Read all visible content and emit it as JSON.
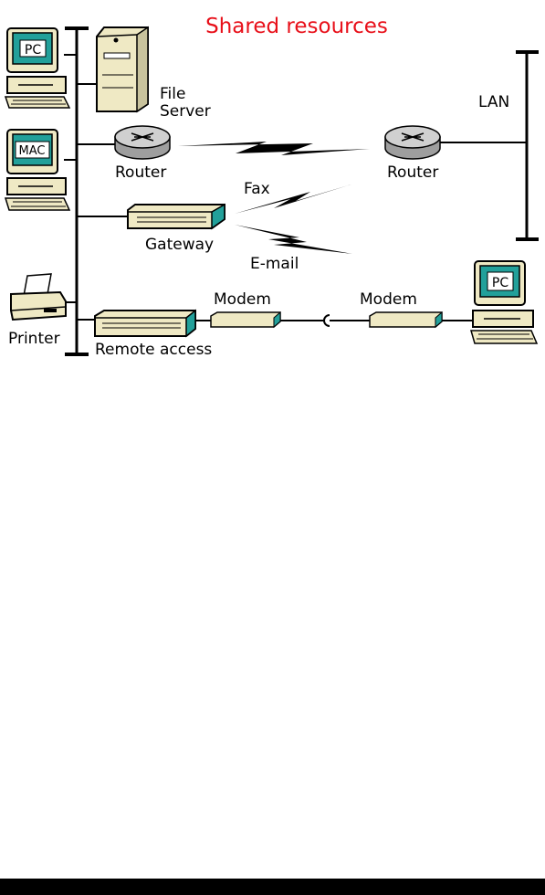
{
  "title": "Shared resources",
  "colors": {
    "title": "#e8101a",
    "screen": "#22a09a",
    "beige": "#efe9c4",
    "gray": "#b9b9b9",
    "dark": "#2c2c2c"
  },
  "labels": {
    "pc_top": "PC",
    "mac": "MAC",
    "file_server_1": "File",
    "file_server_2": "Server",
    "router_left": "Router",
    "router_right": "Router",
    "lan": "LAN",
    "fax": "Fax",
    "gateway": "Gateway",
    "email": "E-mail",
    "printer": "Printer",
    "remote_access": "Remote access",
    "modem_left": "Modem",
    "modem_right": "Modem",
    "pc_remote": "PC"
  }
}
